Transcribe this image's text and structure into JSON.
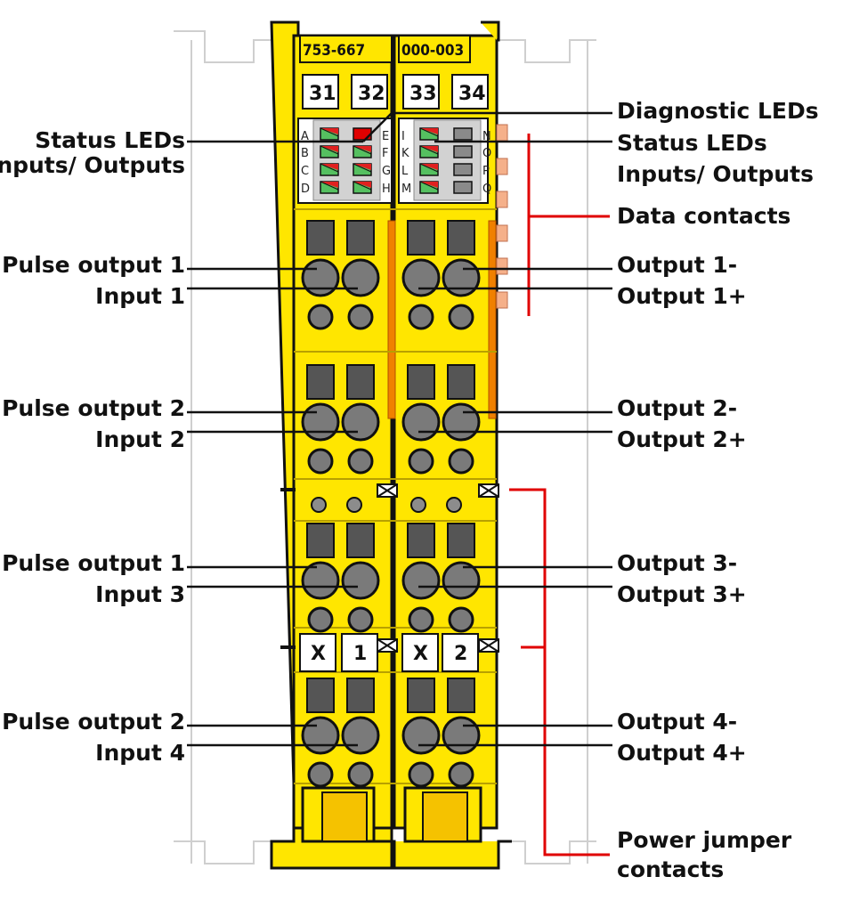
{
  "header": {
    "left": "753-667",
    "right": "000-003"
  },
  "slots": [
    "31",
    "32",
    "33",
    "34"
  ],
  "markers": [
    "X",
    "1",
    "X",
    "2"
  ],
  "led_letters": {
    "left_col1": [
      "A",
      "B",
      "C",
      "D"
    ],
    "left_col2": [
      "E",
      "F",
      "G",
      "H"
    ],
    "right_col1": [
      "I",
      "K",
      "L",
      "M"
    ],
    "right_col2": [
      "N",
      "O",
      "P",
      "Q"
    ]
  },
  "labels": {
    "status_left_1": "Status LEDs",
    "status_left_2": "Inputs/ Outputs",
    "diag": "Diagnostic LEDs",
    "status_right_1": "Status LEDs",
    "status_right_2": "Inputs/ Outputs",
    "data_contacts": "Data contacts",
    "pulse_out_1a": "Pulse output 1",
    "input_1": "Input 1",
    "pulse_out_2a": "Pulse output 2",
    "input_2": "Input 2",
    "pulse_out_1b": "Pulse output 1",
    "input_3": "Input 3",
    "pulse_out_2b": "Pulse output 2",
    "input_4": "Input 4",
    "out_1m": "Output 1-",
    "out_1p": "Output 1+",
    "out_2m": "Output 2-",
    "out_2p": "Output 2+",
    "out_3m": "Output 3-",
    "out_3p": "Output 3+",
    "out_4m": "Output 4-",
    "out_4p": "Output 4+",
    "power_1": "Power jumper",
    "power_2": "contacts"
  },
  "colors": {
    "module": "#ffe600",
    "accent": "#e00000",
    "orange": "#f08000",
    "contact": "#f5b08a"
  }
}
